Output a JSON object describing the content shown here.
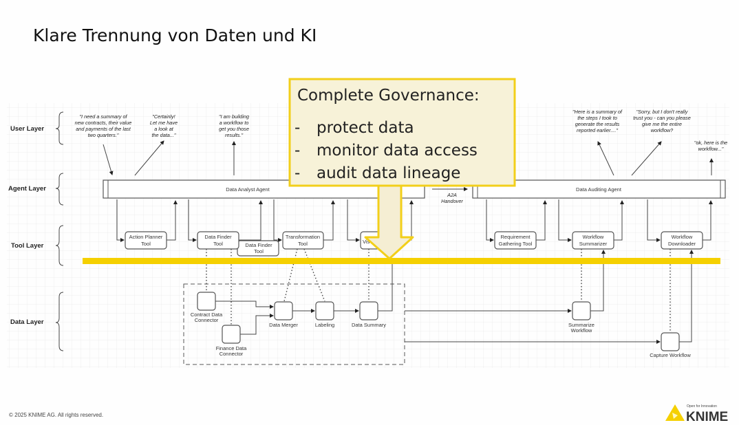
{
  "title": "Klare Trennung von Daten und KI",
  "layers": [
    "User Layer",
    "Agent Layer",
    "Tool Layer",
    "Data Layer"
  ],
  "user_quotes": {
    "request": [
      "\"I need a summary of",
      "new contracts, their value",
      "and payments of the last",
      "two quarters.\""
    ],
    "certainly": [
      "\"Certainly!",
      "Let me have",
      "a look at",
      "the data...\""
    ],
    "building": [
      "\"I am building",
      "a workflow to",
      "get you those",
      "results.\""
    ],
    "summary": [
      "\"Here is a summary of",
      "the steps I took to",
      "generate the results",
      "reported earlier....\""
    ],
    "distrust": [
      "\"Sorry, but I don't really",
      "trust you - can you please",
      "give me the entire",
      "workflow?"
    ],
    "here": [
      "\"ok, here is the",
      "workflow...\""
    ]
  },
  "agents": {
    "analyst": "Data Analyst Agent",
    "auditing": "Data Auditing Agent",
    "handover": [
      "A2A",
      "Handover"
    ]
  },
  "tools": {
    "action_planner": [
      "Action Planner",
      "Tool"
    ],
    "data_finder": [
      "Data Finder",
      "Tool"
    ],
    "data_finder_shadow": [
      "Data Finder",
      "Tool"
    ],
    "transformation": [
      "Transformation",
      "Tool"
    ],
    "visualization": [
      "Vis",
      ""
    ],
    "requirement": [
      "Requirement",
      "Gathering Tool"
    ],
    "summarizer": [
      "Workflow",
      "Summarizer"
    ],
    "downloader": [
      "Workflow",
      "Downloader"
    ]
  },
  "data_nodes": {
    "contract": [
      "Contract Data",
      "Connector"
    ],
    "finance": [
      "Finance Data",
      "Connector"
    ],
    "merger": [
      "Data Merger"
    ],
    "labeling": [
      "Labeling"
    ],
    "summary": [
      "Data Summary"
    ],
    "summarize_wf": [
      "Summarize",
      "Workflow"
    ],
    "capture_wf": [
      "Capture Workflow"
    ]
  },
  "governance": {
    "heading": "Complete Governance:",
    "bullets": [
      "protect data",
      "monitor data access",
      "audit data lineage"
    ],
    "bullet_marker": "-"
  },
  "footer": {
    "copyright": "© 2025 KNIME AG. All rights reserved."
  },
  "logo": {
    "brand": "KNIME",
    "tagline": "Open for Innovation"
  },
  "colors": {
    "accent": "#f5d000",
    "callout_fill": "#f7f2d8",
    "callout_border": "#f2cf1a"
  }
}
